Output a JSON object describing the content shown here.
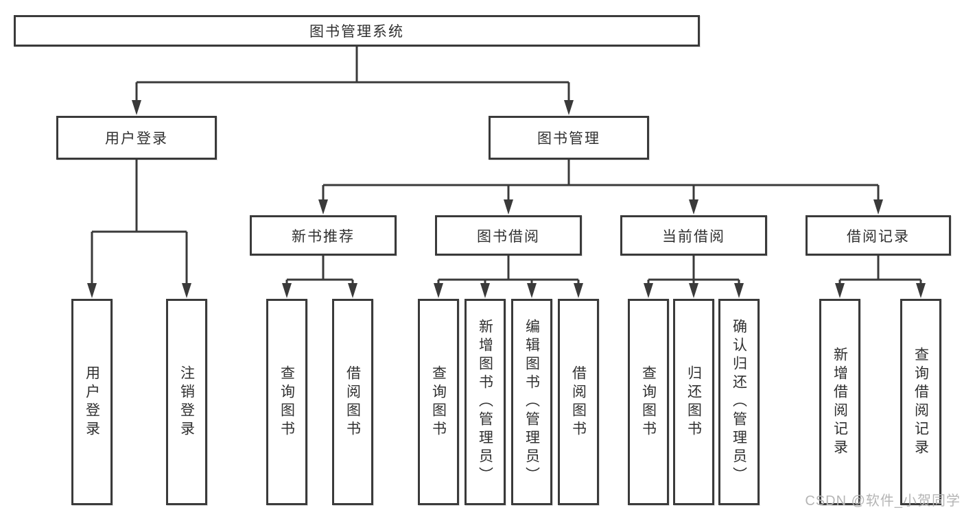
{
  "diagram": {
    "title": "图书管理系统",
    "user_login": {
      "label": "用户登录",
      "children": [
        "用户登录",
        "注销登录"
      ]
    },
    "book_management": {
      "label": "图书管理",
      "modules": {
        "new_book": {
          "label": "新书推荐",
          "children": [
            "查询图书",
            "借阅图书"
          ]
        },
        "book_borrow": {
          "label": "图书借阅",
          "children": [
            "查询图书",
            "新增图书（管理员）",
            "编辑图书（管理员）",
            "借阅图书"
          ]
        },
        "current_borrow": {
          "label": "当前借阅",
          "children": [
            "查询图书",
            "归还图书",
            "确认归还（管理员）"
          ]
        },
        "borrow_records": {
          "label": "借阅记录",
          "children": [
            "新增借阅记录",
            "查询借阅记录"
          ]
        }
      }
    }
  },
  "watermark": "CSDN @软件_小贺同学",
  "colors": {
    "line": "#3a3a3a",
    "text": "#303030",
    "watermark": "#b5b5b5",
    "background": "#ffffff"
  }
}
